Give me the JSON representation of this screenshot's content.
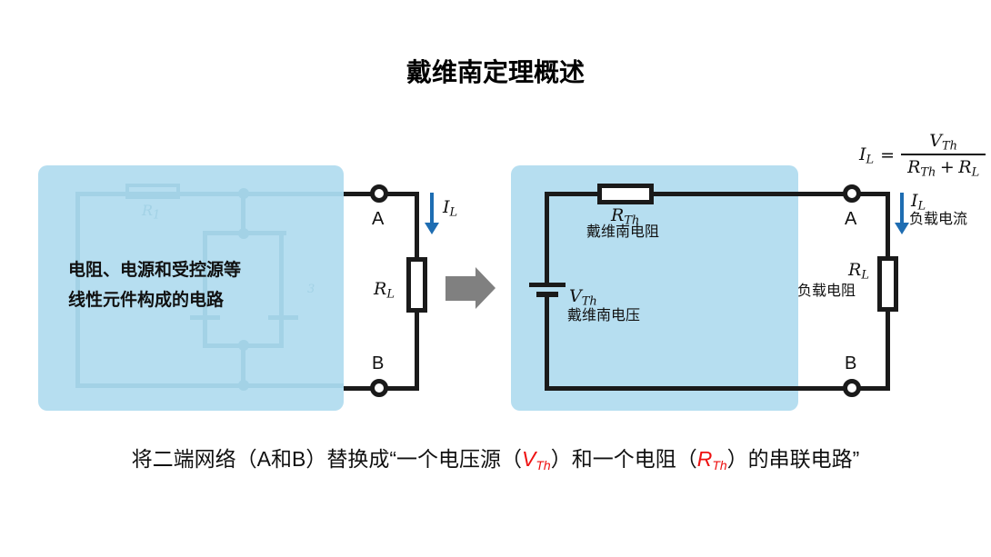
{
  "title": "戴维南定理概述",
  "colors": {
    "panel_blue": "#b6def0",
    "faint_line": "#a3d2e6",
    "wire_black": "#1a1a1a",
    "current_blue": "#1e6db2",
    "arrow_gray": "#808080",
    "highlight_red": "#ee1111"
  },
  "left_panel": {
    "text_line1": "电阻、电源和受控源等",
    "text_line2": "线性元件构成的电路",
    "faint": {
      "resistor_sym": "R",
      "resistor_sub": "1",
      "extra_label": "3"
    }
  },
  "left_circuit": {
    "terminal_a": "A",
    "terminal_b": "B",
    "current_sym": "I",
    "current_sub": "L",
    "resistor_sym": "R",
    "resistor_sub": "L"
  },
  "right_panel": {
    "thevenin_resistance": {
      "sym": "R",
      "sub": "Th",
      "label": "戴维南电阻"
    },
    "thevenin_voltage": {
      "sym": "V",
      "sub": "Th",
      "label": "戴维南电压"
    }
  },
  "right_circuit": {
    "terminal_a": "A",
    "terminal_b": "B",
    "current_sym": "I",
    "current_sub": "L",
    "current_label": "负载电流",
    "resistor_sym": "R",
    "resistor_sub": "L",
    "resistor_label": "负载电阻"
  },
  "formula": {
    "lhs_sym": "I",
    "lhs_sub": "L",
    "equals": "=",
    "numerator_sym": "V",
    "numerator_sub": "Th",
    "den_first_sym": "R",
    "den_first_sub": "Th",
    "den_plus": "+",
    "den_second_sym": "R",
    "den_second_sub": "L"
  },
  "caption": {
    "seg1": "将二端网络（A和B）替换成“一个电压源（",
    "v_sym": "V",
    "v_sub": "Th",
    "seg2": "）和一个电阻（",
    "r_sym": "R",
    "r_sub": "Th",
    "seg3": "）的串联电路”"
  }
}
